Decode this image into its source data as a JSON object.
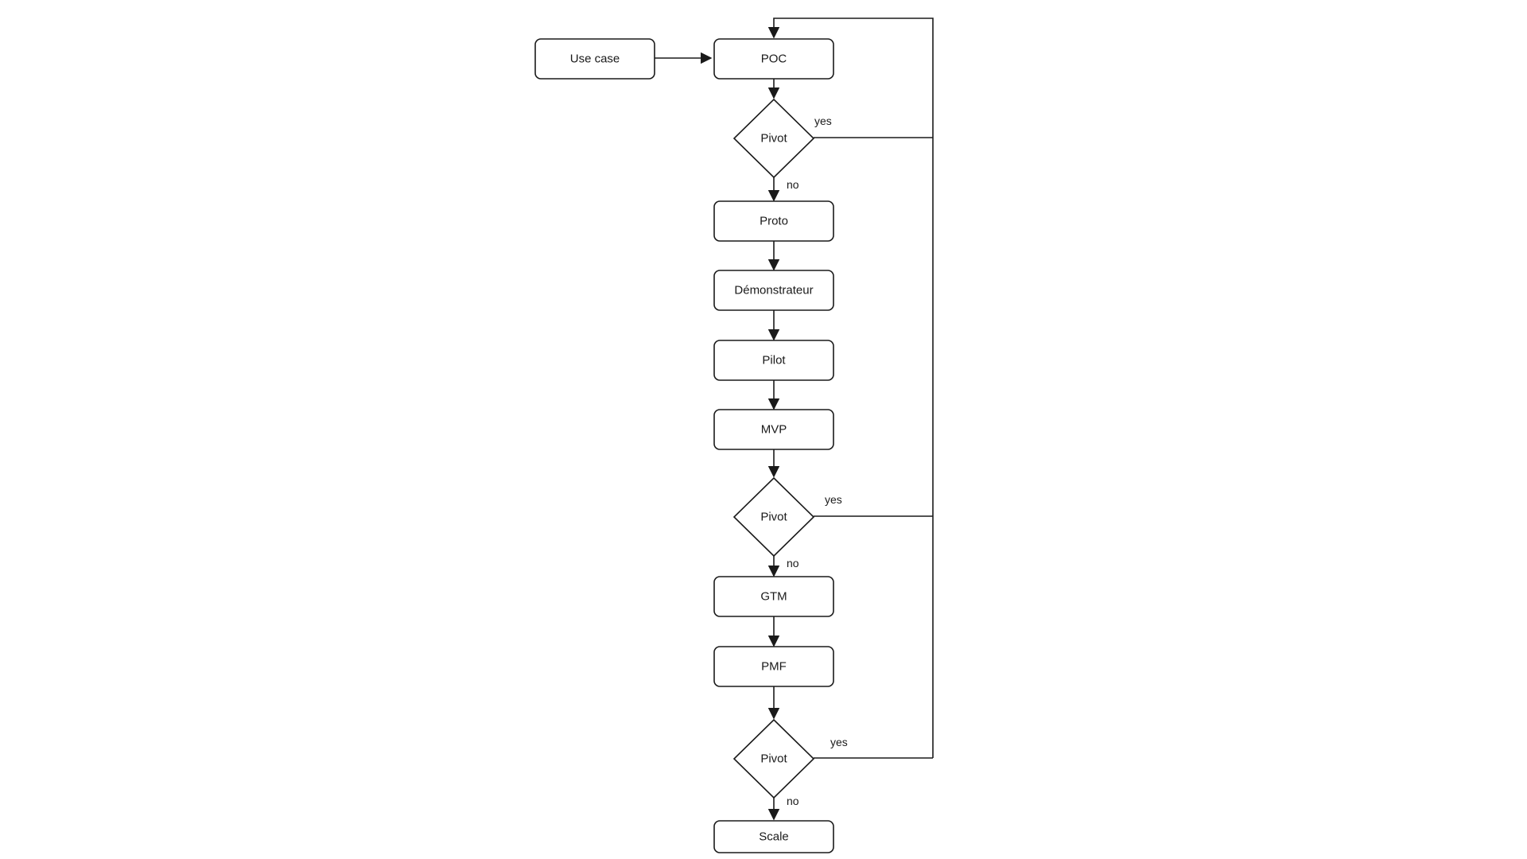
{
  "diagram": {
    "type": "flowchart",
    "nodes": [
      {
        "id": "use_case",
        "shape": "rect",
        "label": "Use case"
      },
      {
        "id": "poc",
        "shape": "rect",
        "label": "POC"
      },
      {
        "id": "pivot1",
        "shape": "diamond",
        "label": "Pivot"
      },
      {
        "id": "proto",
        "shape": "rect",
        "label": "Proto"
      },
      {
        "id": "demonstrateur",
        "shape": "rect",
        "label": "Démonstrateur"
      },
      {
        "id": "pilot",
        "shape": "rect",
        "label": "Pilot"
      },
      {
        "id": "mvp",
        "shape": "rect",
        "label": "MVP"
      },
      {
        "id": "pivot2",
        "shape": "diamond",
        "label": "Pivot"
      },
      {
        "id": "gtm",
        "shape": "rect",
        "label": "GTM"
      },
      {
        "id": "pmf",
        "shape": "rect",
        "label": "PMF"
      },
      {
        "id": "pivot3",
        "shape": "diamond",
        "label": "Pivot"
      },
      {
        "id": "scale",
        "shape": "rect",
        "label": "Scale"
      }
    ],
    "edges": [
      {
        "from": "use_case",
        "to": "poc",
        "label": ""
      },
      {
        "from": "poc",
        "to": "pivot1",
        "label": ""
      },
      {
        "from": "pivot1",
        "to": "proto",
        "label": "no"
      },
      {
        "from": "pivot1",
        "to": "poc",
        "label": "yes"
      },
      {
        "from": "proto",
        "to": "demonstrateur",
        "label": ""
      },
      {
        "from": "demonstrateur",
        "to": "pilot",
        "label": ""
      },
      {
        "from": "pilot",
        "to": "mvp",
        "label": ""
      },
      {
        "from": "mvp",
        "to": "pivot2",
        "label": ""
      },
      {
        "from": "pivot2",
        "to": "gtm",
        "label": "no"
      },
      {
        "from": "pivot2",
        "to": "poc",
        "label": "yes"
      },
      {
        "from": "gtm",
        "to": "pmf",
        "label": ""
      },
      {
        "from": "pmf",
        "to": "pivot3",
        "label": ""
      },
      {
        "from": "pivot3",
        "to": "scale",
        "label": "no"
      },
      {
        "from": "pivot3",
        "to": "poc",
        "label": "yes"
      }
    ]
  },
  "colors": {
    "stroke": "#1a1a1a",
    "fill": "#ffffff",
    "background": "#ffffff"
  }
}
